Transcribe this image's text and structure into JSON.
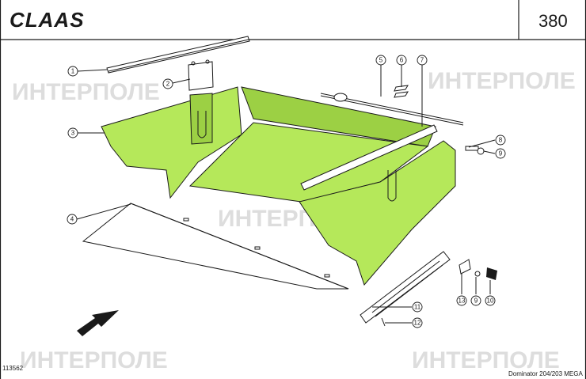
{
  "header": {
    "brand_logo": "CLAAS",
    "page_number": "380"
  },
  "footer": {
    "drawing_number": "113562",
    "model": "Dominator 204/203 MEGA"
  },
  "watermark_text": "ИНТЕРПОЛЕ",
  "callouts": [
    "1",
    "2",
    "3",
    "4",
    "5",
    "6",
    "7",
    "8",
    "9",
    "11",
    "12",
    "13",
    "9",
    "10"
  ],
  "colors": {
    "part_highlight": "#b5e85a",
    "ink": "#1a1a1a"
  }
}
